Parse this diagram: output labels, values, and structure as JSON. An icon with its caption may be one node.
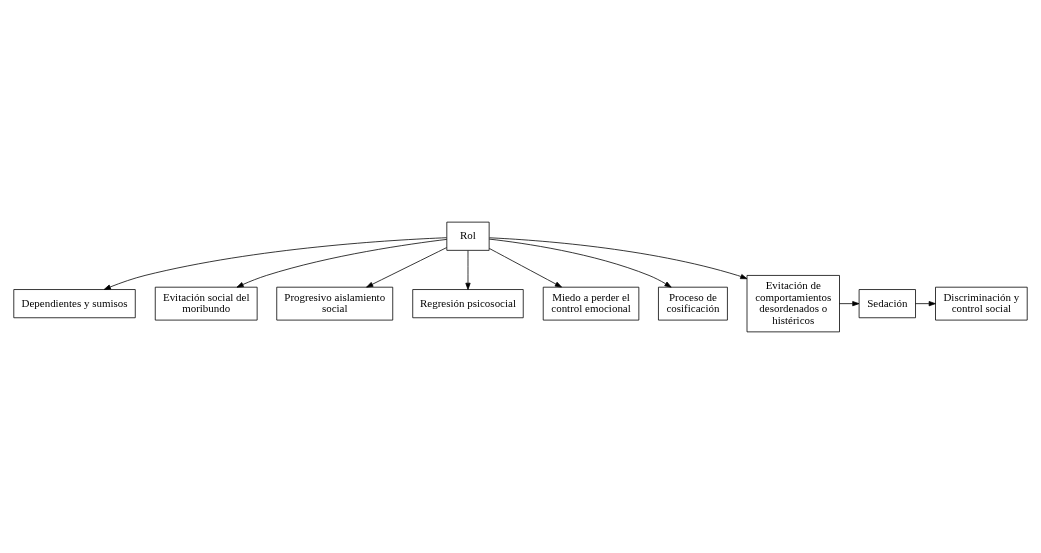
{
  "diagram": {
    "nodes": [
      {
        "text": [
          "Rol"
        ]
      },
      {
        "text": [
          "Dependientes y sumisos"
        ]
      },
      {
        "text": [
          "Evitación social del moribundo"
        ]
      },
      {
        "text": [
          "Progresivo aislamiento social"
        ]
      },
      {
        "text": [
          "Regresión psicosocial"
        ]
      },
      {
        "text": [
          "Miedo a perder el control emocional"
        ]
      },
      {
        "text": [
          "Proceso de cosificación"
        ]
      },
      {
        "text": [
          "Evitación de comportamientos desordenados o histéricos"
        ]
      },
      {
        "text": [
          "Sedación"
        ]
      },
      {
        "text": [
          "Discriminación y control social"
        ]
      }
    ],
    "edges": [
      {
        "from": 0,
        "to": 1,
        "arrow": "to"
      },
      {
        "from": 0,
        "to": 2,
        "arrow": "to"
      },
      {
        "from": 0,
        "to": 3,
        "arrow": "to"
      },
      {
        "from": 0,
        "to": 7,
        "arrow": "to"
      },
      {
        "from": 0,
        "to": 4,
        "arrow": "to"
      },
      {
        "from": 0,
        "to": 5,
        "arrow": "to"
      },
      {
        "from": 0,
        "to": 6,
        "arrow": "to"
      },
      {
        "from": 7,
        "to": 8,
        "arrow": "to"
      },
      {
        "from": 8,
        "to": 9,
        "arrow": "to"
      }
    ]
  }
}
